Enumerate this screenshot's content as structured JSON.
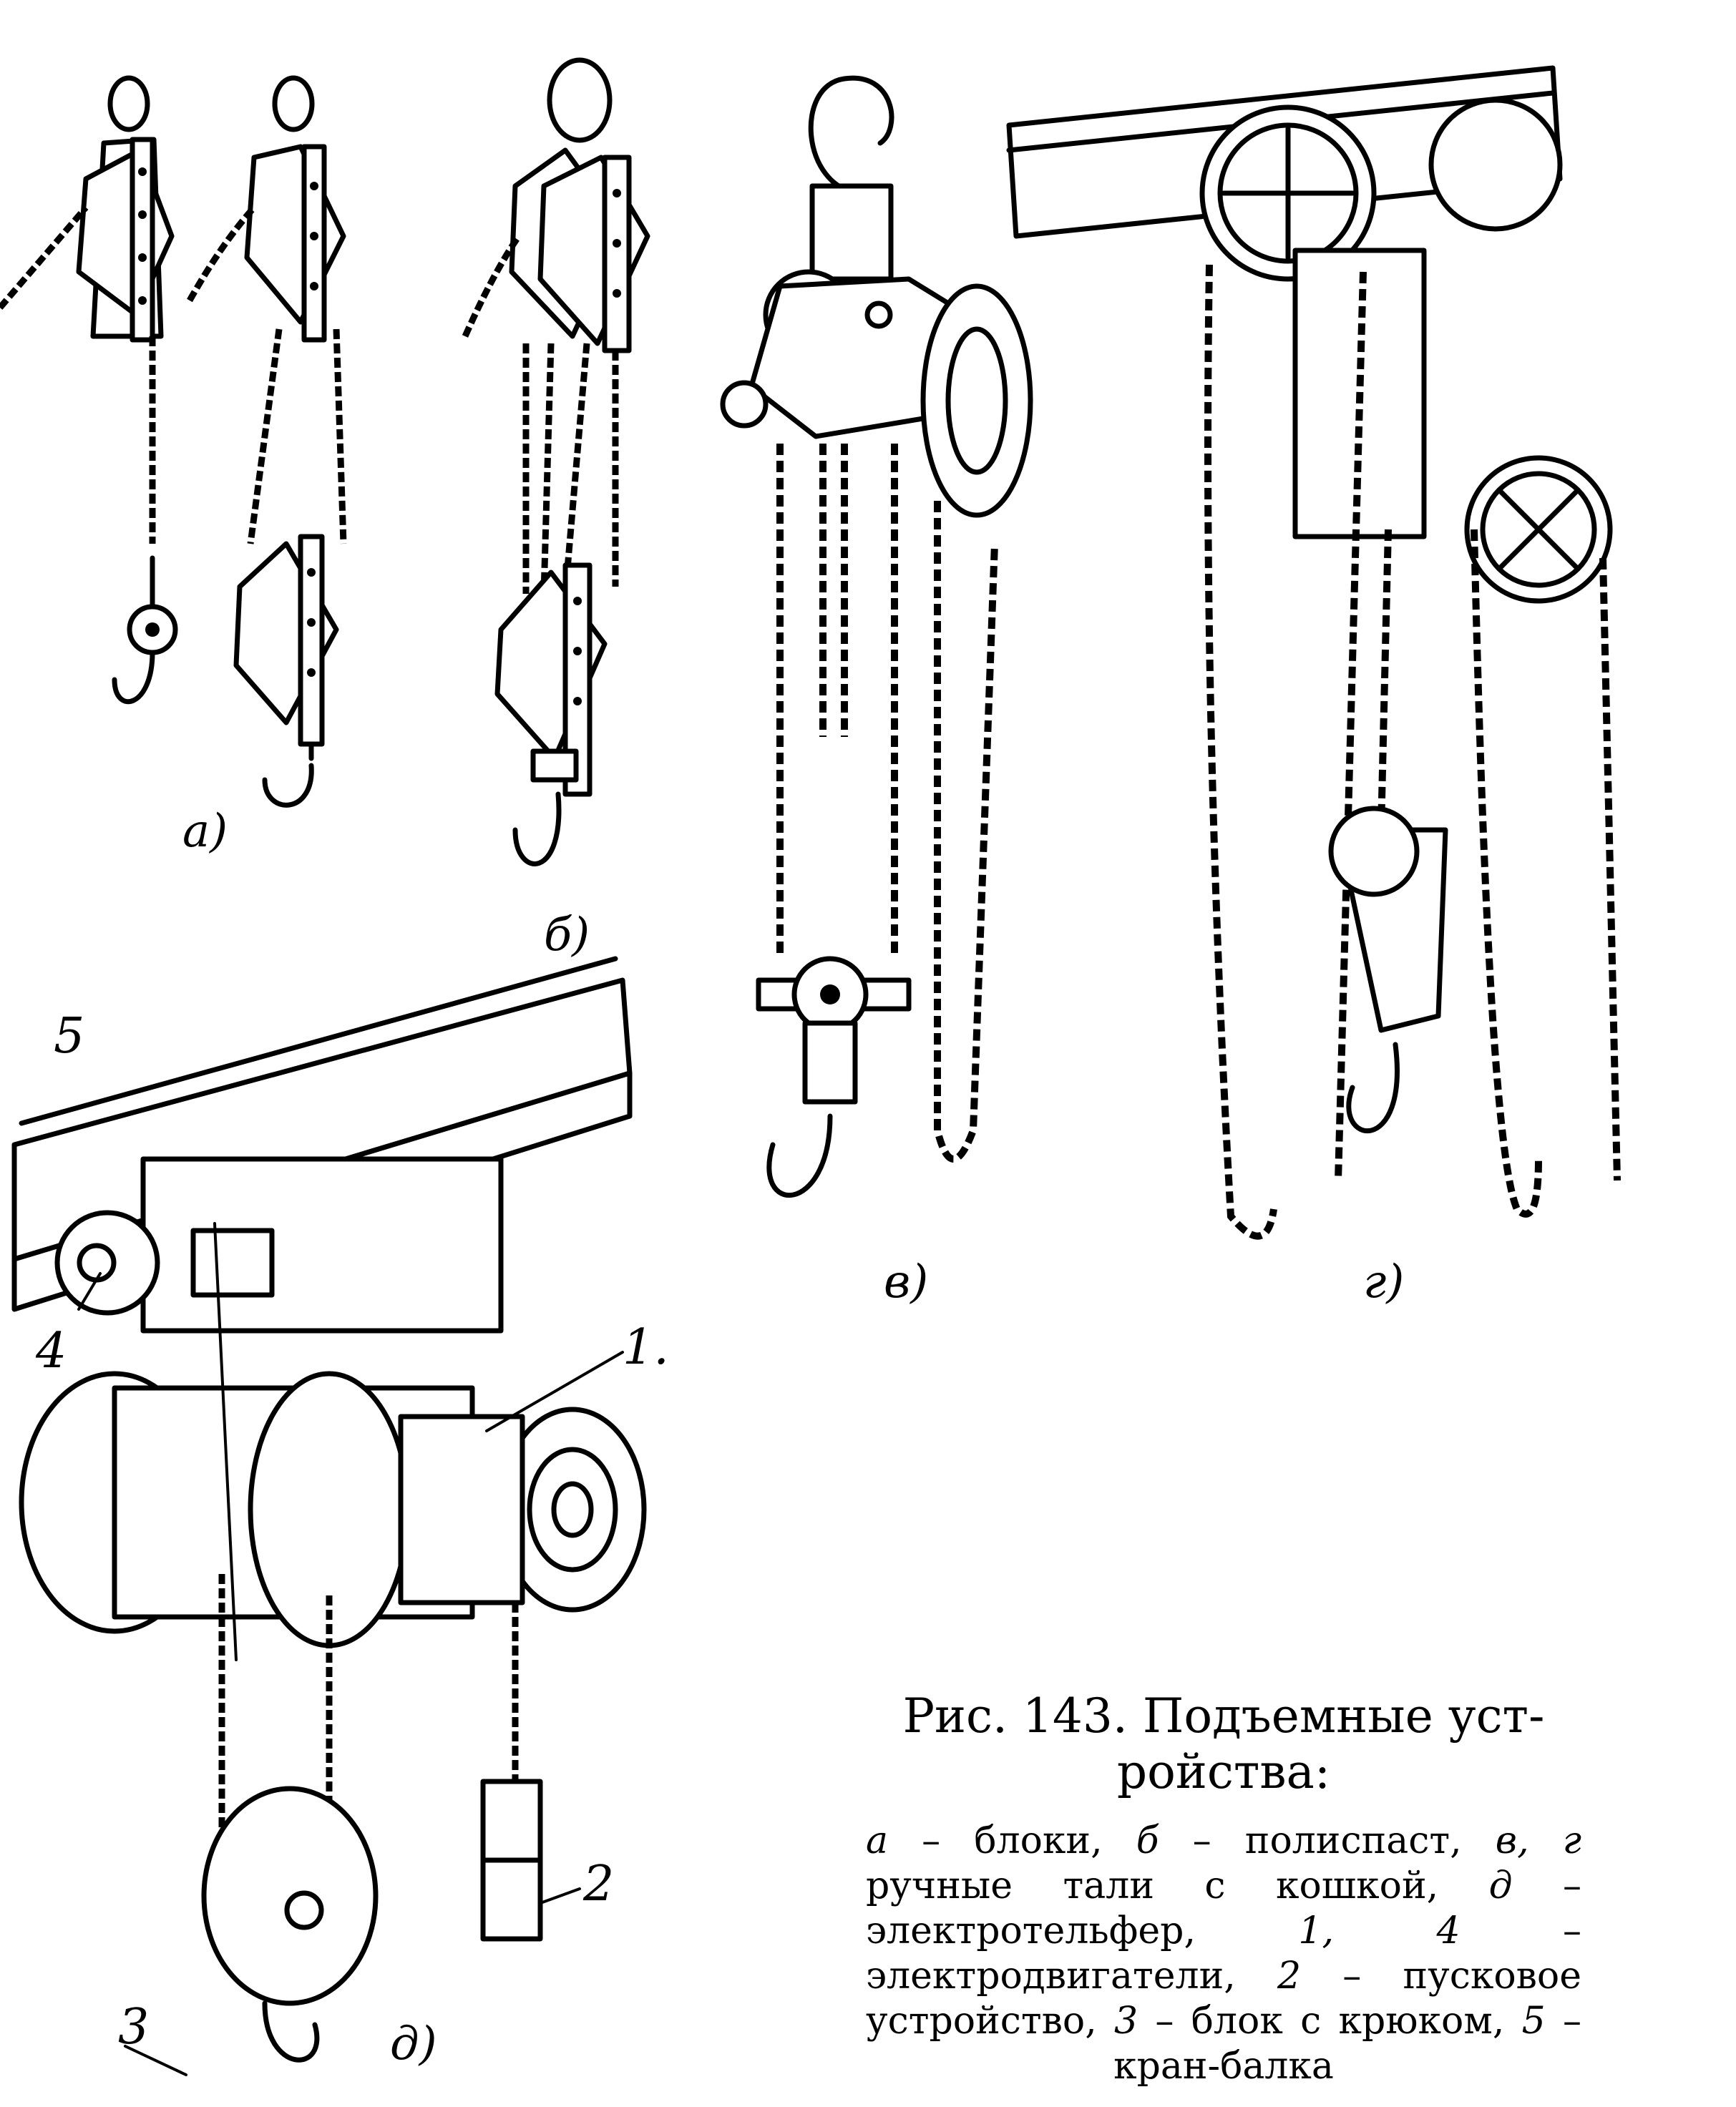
{
  "figure": {
    "subfigure_labels": {
      "a": "а)",
      "b": "б)",
      "v": "в)",
      "g": "г)",
      "d": "д)"
    },
    "callouts": {
      "n1": "1.",
      "n2": "2",
      "n3": "3",
      "n4": "4",
      "n5": "5"
    }
  },
  "caption": {
    "title": "Рис. 143. Подъемные уст­ройства:",
    "items": [
      {
        "key": "а",
        "text": " – блоки, "
      },
      {
        "key": "б",
        "text": " – полиспаст, "
      },
      {
        "key": "в, г",
        "text": " ручные тали с кошкой, "
      },
      {
        "key": "д",
        "text": " – электротельфер, "
      },
      {
        "key": "1, 4",
        "text": " – электродвигатели, "
      },
      {
        "key": "2",
        "text": " – пуско­вое устройство, "
      },
      {
        "key": "3",
        "text": " – блок с крюком, "
      },
      {
        "key": "5",
        "text": " – кран-балка"
      }
    ]
  }
}
